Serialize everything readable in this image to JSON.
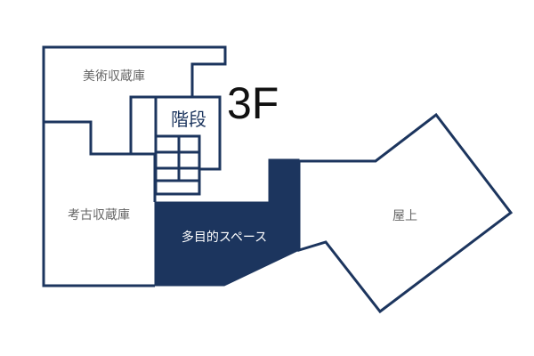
{
  "floor": {
    "label": "3F"
  },
  "colors": {
    "wall": "#1c355e",
    "highlight_room": "#1c355e",
    "label_text": "#666666",
    "highlight_label_text": "#ffffff",
    "background": "#ffffff"
  },
  "rooms": [
    {
      "id": "art-storage",
      "label": "美術収蔵庫",
      "highlighted": false
    },
    {
      "id": "stairs",
      "label": "階段",
      "highlighted": false
    },
    {
      "id": "archaeology-storage",
      "label": "考古収蔵庫",
      "highlighted": false
    },
    {
      "id": "multipurpose-space",
      "label": "多目的スペース",
      "highlighted": true
    },
    {
      "id": "rooftop",
      "label": "屋上",
      "highlighted": false
    }
  ]
}
